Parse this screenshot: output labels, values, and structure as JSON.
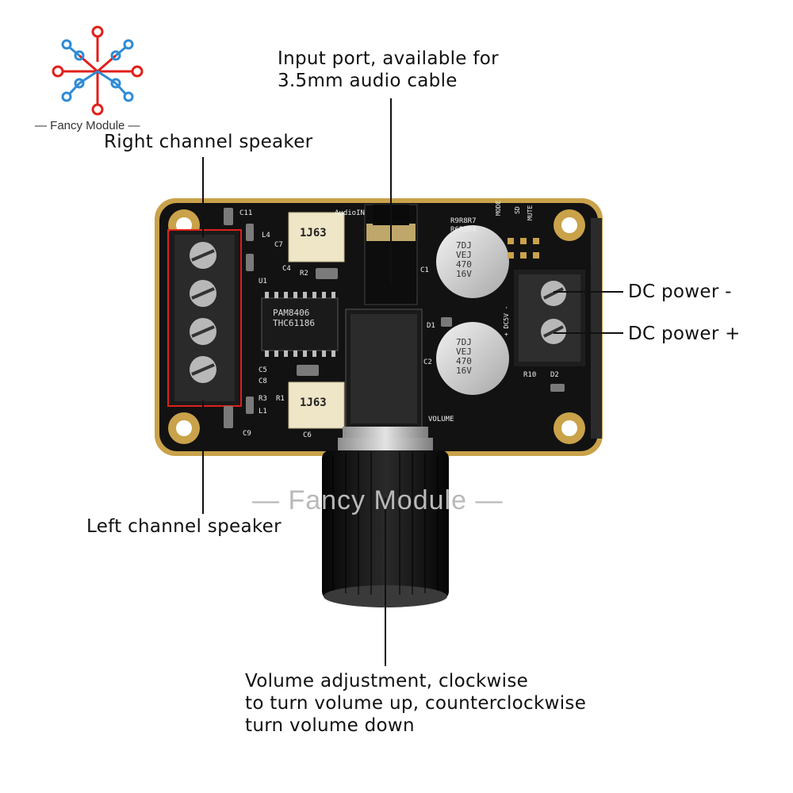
{
  "brand": {
    "name": "Fancy Module"
  },
  "watermark": {
    "text": "Fancy Module"
  },
  "labels": {
    "input_port_line1": "Input port, available for",
    "input_port_line2": "3.5mm audio cable",
    "right_channel": "Right channel speaker",
    "left_channel": "Left channel speaker",
    "dc_minus": "DC power -",
    "dc_plus": "DC power +",
    "volume_line1": "Volume adjustment, clockwise",
    "volume_line2": "to turn volume up, counterclockwise",
    "volume_line3": "turn volume down"
  },
  "board": {
    "chip_line1": "PAM8406",
    "chip_line2": "THC61186",
    "inductor_top": "1J63",
    "inductor_bottom": "1J63",
    "cap_top": [
      "7DJ",
      "VEJ",
      "470",
      "16V"
    ],
    "cap_bottom": [
      "7DJ",
      "VEJ",
      "470",
      "16V"
    ],
    "silk": {
      "c11": "C11",
      "c7": "C7",
      "l4": "L4",
      "c4": "C4",
      "r2": "R2",
      "u1": "U1",
      "c5": "C5",
      "c8": "C8",
      "r3": "R3",
      "r1": "R1",
      "l1": "L1",
      "c9": "C9",
      "c6": "C6",
      "c1": "C1",
      "c2": "C2",
      "d1": "D1",
      "r10": "R10",
      "d2": "D2",
      "audio_in": "AudioIN",
      "volume": "VOLUME",
      "r_top": "R9R8R7",
      "r_bottom": "R6R5R4",
      "mode": "MODE",
      "sd": "SD",
      "mute": "MUTE",
      "dc5v": "+ DC5V -"
    }
  },
  "colors": {
    "pcb": "#121212",
    "gold": "#c9a24a",
    "highlight_box": "#e0201b",
    "logo_red": "#e0201b",
    "logo_blue": "#2e8bd6"
  }
}
